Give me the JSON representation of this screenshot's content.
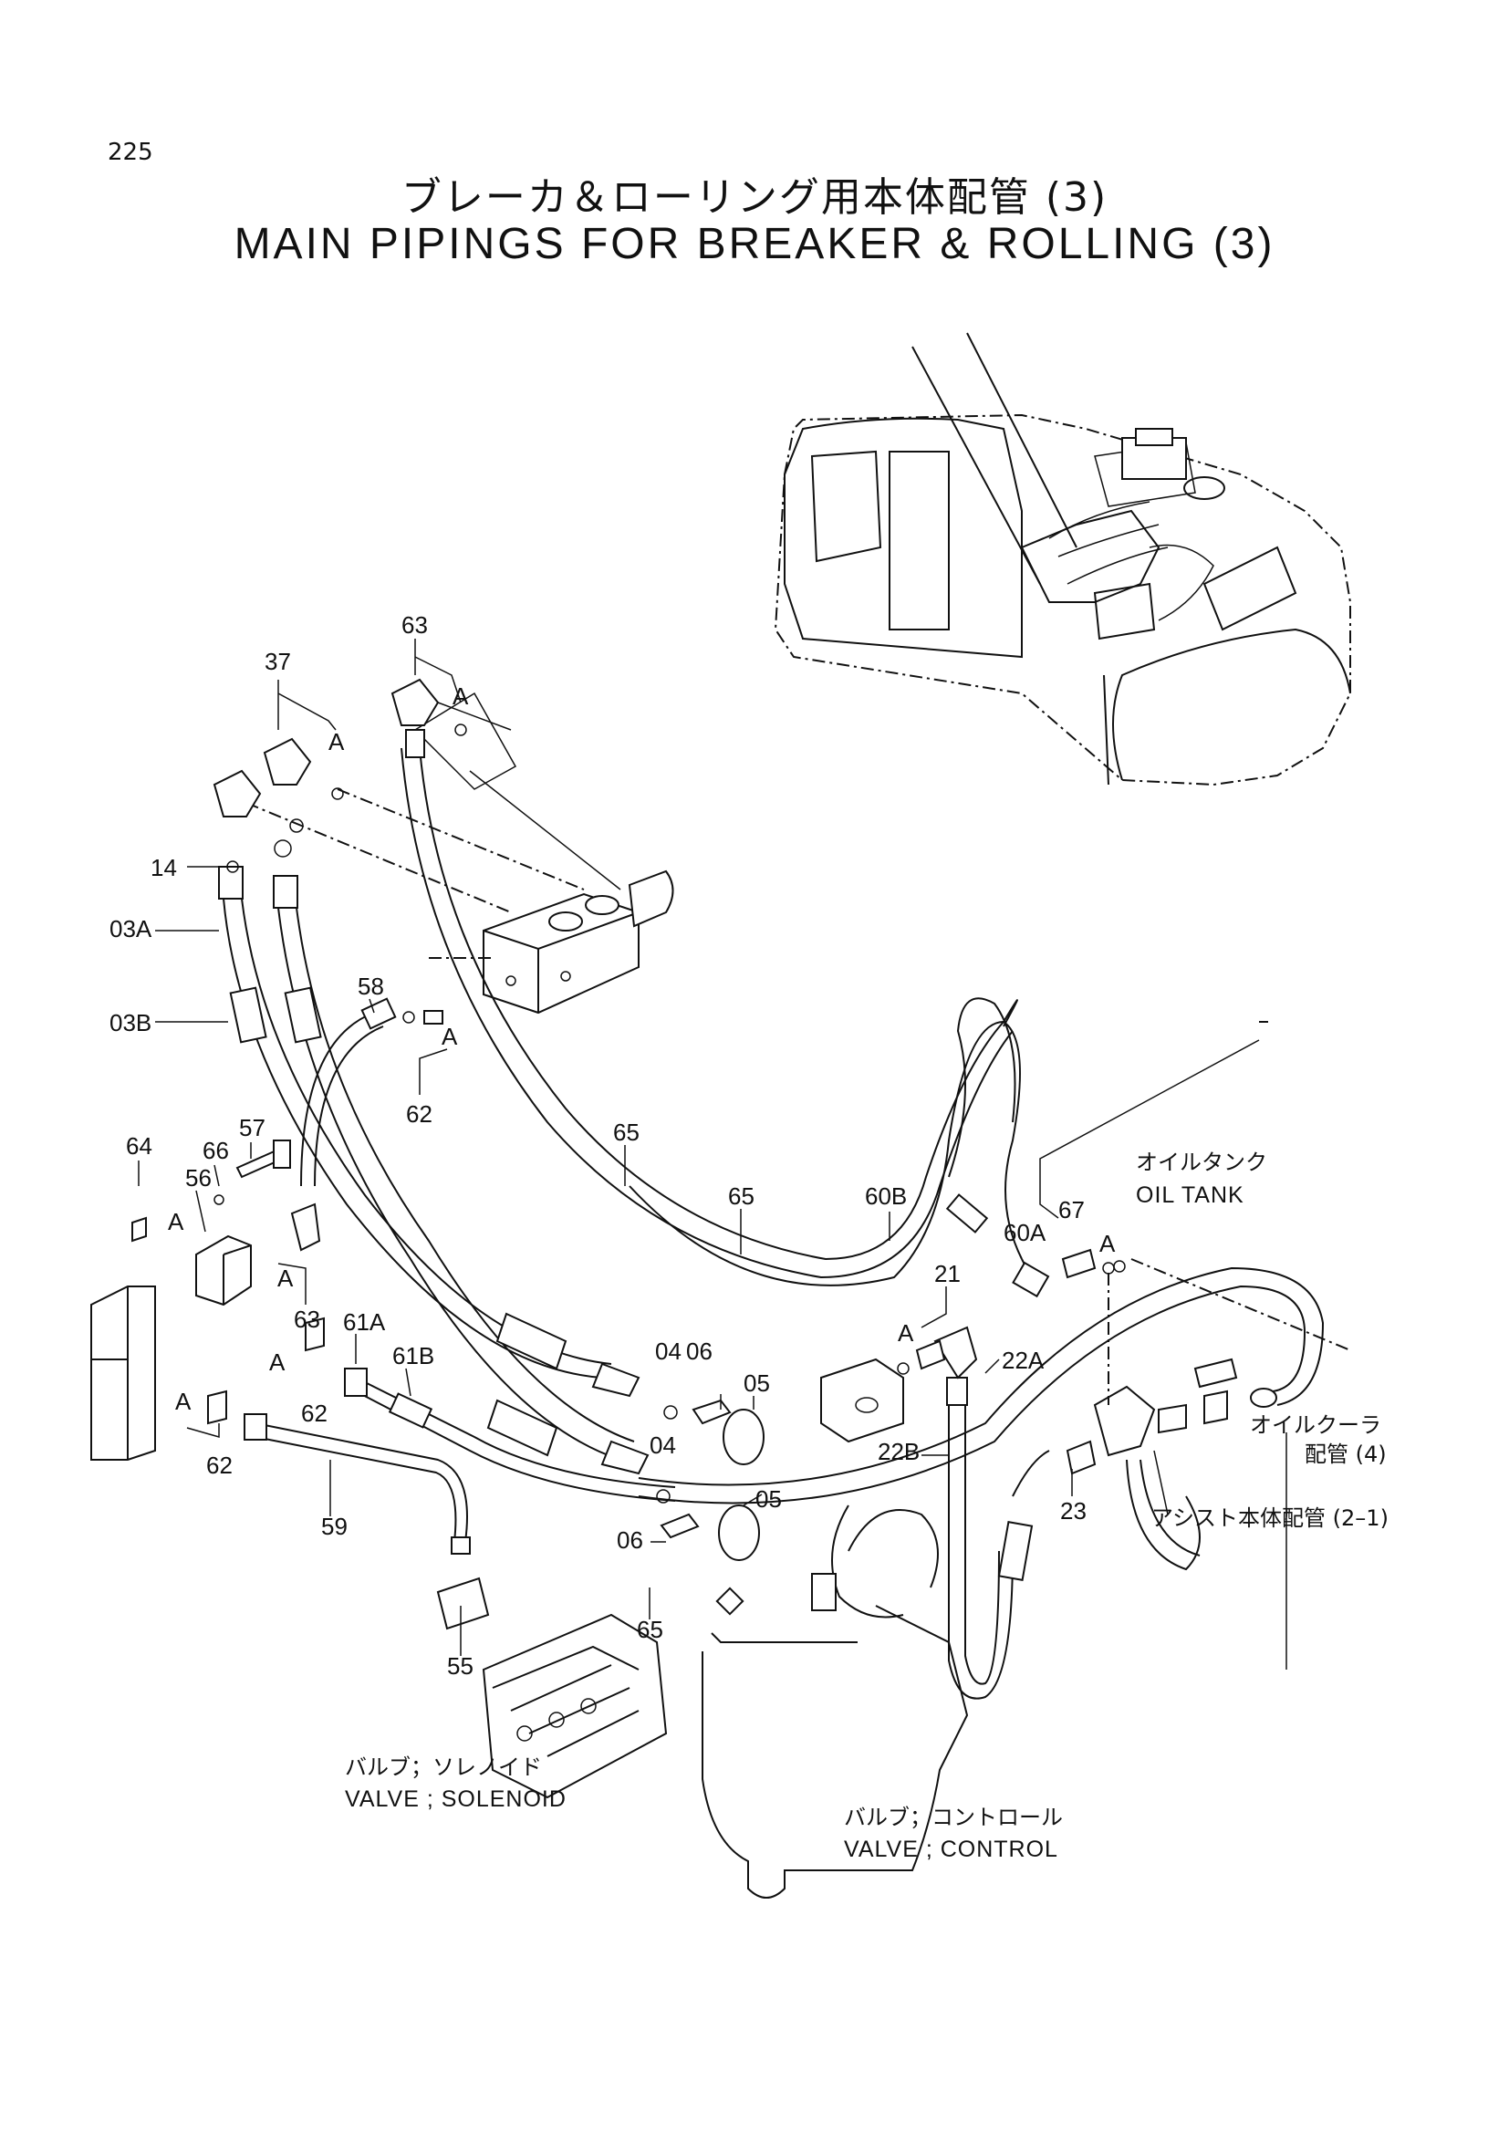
{
  "page_number": "225",
  "title_ja": "ブレーカ＆ローリング用本体配管 (3)",
  "title_en": "MAIN PIPINGS FOR BREAKER & ROLLING (3)",
  "callouts": {
    "c63_top": "63",
    "c37": "37",
    "a_63": "A",
    "a_37": "A",
    "c14": "14",
    "c03A": "03A",
    "c03B": "03B",
    "c58": "58",
    "a_58": "A",
    "c62_mid": "62",
    "c65_a": "65",
    "c65_b": "65",
    "c65_c": "65",
    "c60B": "60B",
    "c60A": "60A",
    "c67": "67",
    "a_67": "A",
    "c64": "64",
    "c66": "66",
    "c57": "57",
    "c56": "56",
    "a_64": "A",
    "a_56": "A",
    "c63_left": "63",
    "a_63l": "A",
    "a_62l": "A",
    "c62_l1": "62",
    "c62_l2": "62",
    "c61A": "61A",
    "c61B": "61B",
    "c59": "59",
    "c21": "21",
    "a_21": "A",
    "c22A": "22A",
    "c22B": "22B",
    "c23": "23",
    "c04_a": "04",
    "c06_a": "06",
    "c05_a": "05",
    "c04_b": "04",
    "c06_b": "06",
    "c05_b": "05",
    "c55": "55"
  },
  "notes": {
    "oil_tank_ja": "オイルタンク",
    "oil_tank_en": "OIL TANK",
    "oil_cooler_ja": "オイルクーラ",
    "oil_cooler_ja2": "配管 (4)",
    "assist_ja": "アシスト本体配管 (2–1)",
    "solenoid_ja": "バルブ；ソレノイド",
    "solenoid_en": "VALVE ; SOLENOID",
    "control_ja": "バルブ；コントロール",
    "control_en": "VALVE ; CONTROL"
  }
}
